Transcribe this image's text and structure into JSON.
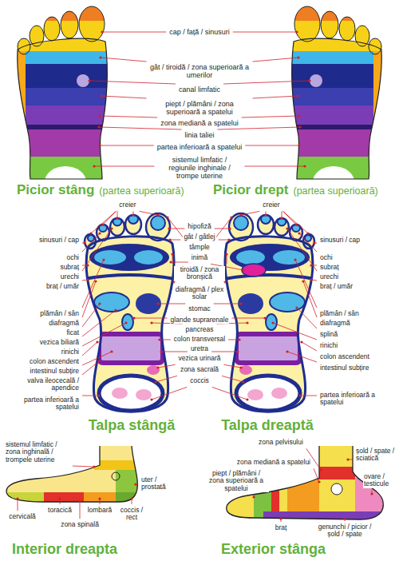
{
  "diagram": {
    "labels": [
      "cap / față / sinusuri",
      "gât / tiroidă / zona superioară a umerilor",
      "canal limfatic",
      "piept / plămâni / zona superioară a spatelui",
      "zona mediană a spatelui",
      "linia taliei",
      "partea inferioară a spatelui",
      "sistemul limfatic / regiunile inghinale / trompe uterine",
      "Picior stâng",
      "(partea superioară)",
      "Picior drept",
      "(partea superioară)",
      "creier",
      "creier",
      "hipofiză",
      "gât / gâtlej",
      "tâmple",
      "inimă",
      "tiroidă / zona bronșică",
      "diafragmă / plex solar",
      "stomac",
      "glande suprarenale",
      "pancreas",
      "colon transversal",
      "uretra",
      "vezica urinară",
      "zona sacrală",
      "coccis",
      "sinusuri / cap",
      "ochi",
      "subraț",
      "urechi",
      "braț / umăr",
      "plămân / sân",
      "diafragmă",
      "ficat",
      "vezica biliară",
      "rinichi",
      "colon ascendent",
      "intestinul subțire",
      "valva ileocecală / apendice",
      "partea inferioară a spatelui",
      "sinusuri / cap",
      "ochi",
      "subraț",
      "urechi",
      "braț / umăr",
      "plămân / sân",
      "diafragmă",
      "splină",
      "rinichi",
      "colon ascendent",
      "intestinul subțire",
      "partea inferioară a spatelui",
      "Talpa stângă",
      "Talpa dreaptă",
      "sistemul limfatic / zona inghinală / trompele uterine",
      "uter / prostată",
      "toracică",
      "lombară",
      "coccis / rect",
      "cervicală",
      "zona spinală",
      "Interior dreapta",
      "zona pelvisului",
      "șold / spate / sciatică",
      "zona mediană a spatelui",
      "ovare / testicule",
      "piept / plămâni / zona superioară a spatelui",
      "braț",
      "genunchi / picior / șold / spate",
      "Exterior stânga"
    ]
  }
}
